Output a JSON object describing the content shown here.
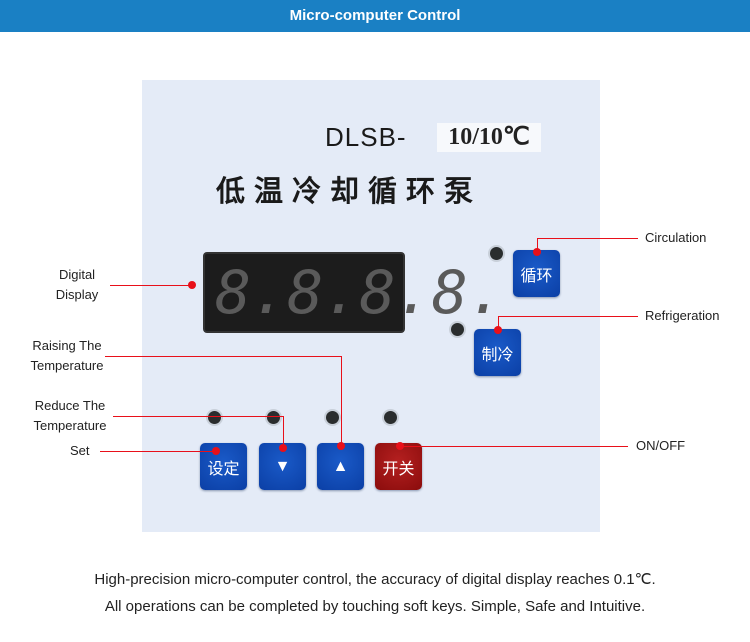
{
  "header": {
    "title": "Micro-computer Control"
  },
  "panel": {
    "model": "DLSB-",
    "model_tag": "10/10℃",
    "title_cn": "低温冷却循环泵",
    "display_digits": [
      "8.",
      "8.",
      "8.",
      "8."
    ]
  },
  "buttons": {
    "circulation": "循环",
    "refrigeration": "制冷",
    "set": "设定",
    "down": "▼",
    "up": "▲",
    "power": "开关"
  },
  "annotations": {
    "digital_display": [
      "Digital",
      "Display"
    ],
    "raising": [
      "Raising The",
      "Temperature"
    ],
    "reduce": [
      "Reduce The",
      "Temperature"
    ],
    "set": "Set",
    "circulation": "Circulation",
    "refrigeration": "Refrigeration",
    "onoff": "ON/OFF"
  },
  "footer": {
    "line1": "High-precision micro-computer control, the accuracy of digital display reaches 0.1℃.",
    "line2": "All operations can be completed by touching soft keys. Simple, Safe and Intuitive."
  },
  "colors": {
    "header": "#1a80c4",
    "button_blue": "#0b3fa5",
    "button_red": "#8a0c0c",
    "annotation": "#e8101a"
  }
}
